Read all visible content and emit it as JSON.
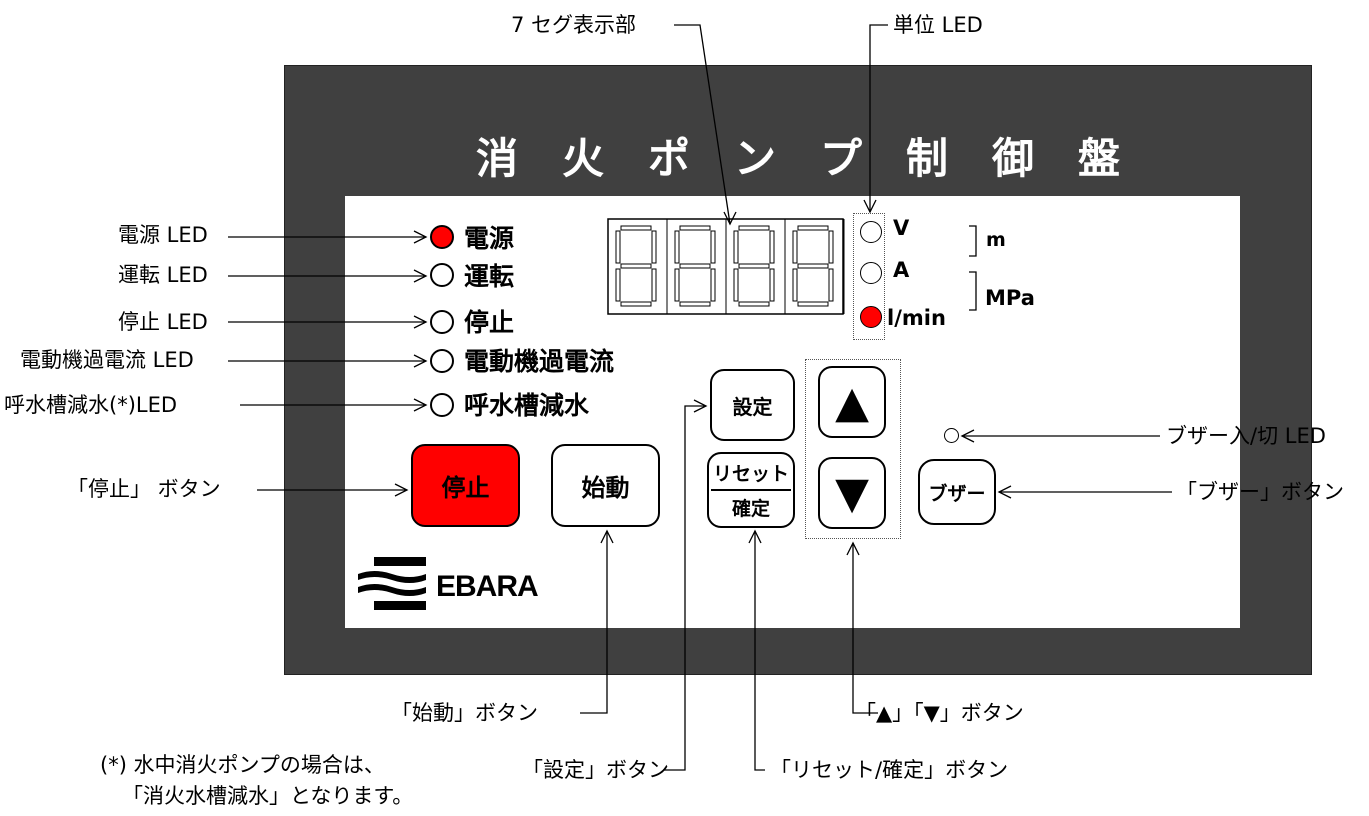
{
  "panel": {
    "title_chars": [
      "消",
      "火",
      "ポ",
      "ン",
      "プ",
      "制",
      "御",
      "盤"
    ],
    "brand": "EBARA",
    "colors": {
      "frame": "#404040",
      "face": "#ffffff",
      "led_on": "#ff0000",
      "stop_button": "#ff0000"
    }
  },
  "leds": {
    "power": {
      "label": "電源",
      "state": "on"
    },
    "running": {
      "label": "運転",
      "state": "off"
    },
    "stopped": {
      "label": "停止",
      "state": "off"
    },
    "overcurrent": {
      "label": "電動機過電流",
      "state": "off"
    },
    "tank_low": {
      "label": "呼水槽減水",
      "state": "off"
    }
  },
  "units": {
    "v": {
      "label": "V",
      "state": "off"
    },
    "a": {
      "label": "A",
      "state": "off"
    },
    "lmin": {
      "label": "l/min",
      "state": "on"
    },
    "m": "m",
    "mpa": "MPa"
  },
  "seven_segment": {
    "digits": [
      "8",
      "8",
      "8",
      "8"
    ]
  },
  "buttons": {
    "stop": "停止",
    "start": "始動",
    "setting": "設定",
    "reset_top": "リセット",
    "reset_bottom": "確定",
    "up": "▲",
    "down": "▼",
    "buzzer": "ブザー"
  },
  "callouts": {
    "seven_seg": "7 セグ表示部",
    "unit_led": "単位 LED",
    "power_led": "電源 LED",
    "running_led": "運転 LED",
    "stop_led": "停止 LED",
    "overcurrent_led": "電動機過電流 LED",
    "tank_led": "呼水槽減水(*)LED",
    "stop_button": "「停止」 ボタン",
    "buzzer_led": "ブザー入/切 LED",
    "buzzer_button": "「ブザー」ボタン",
    "start_button": "「始動」ボタン",
    "setting_button": "「設定」ボタン",
    "reset_button": "「リセット/確定」ボタン",
    "updown_button": "「▲」「▼」ボタン"
  },
  "footnote": {
    "line1": "(*) 水中消火ポンプの場合は、",
    "line2": "「消火水槽減水」となります。"
  }
}
